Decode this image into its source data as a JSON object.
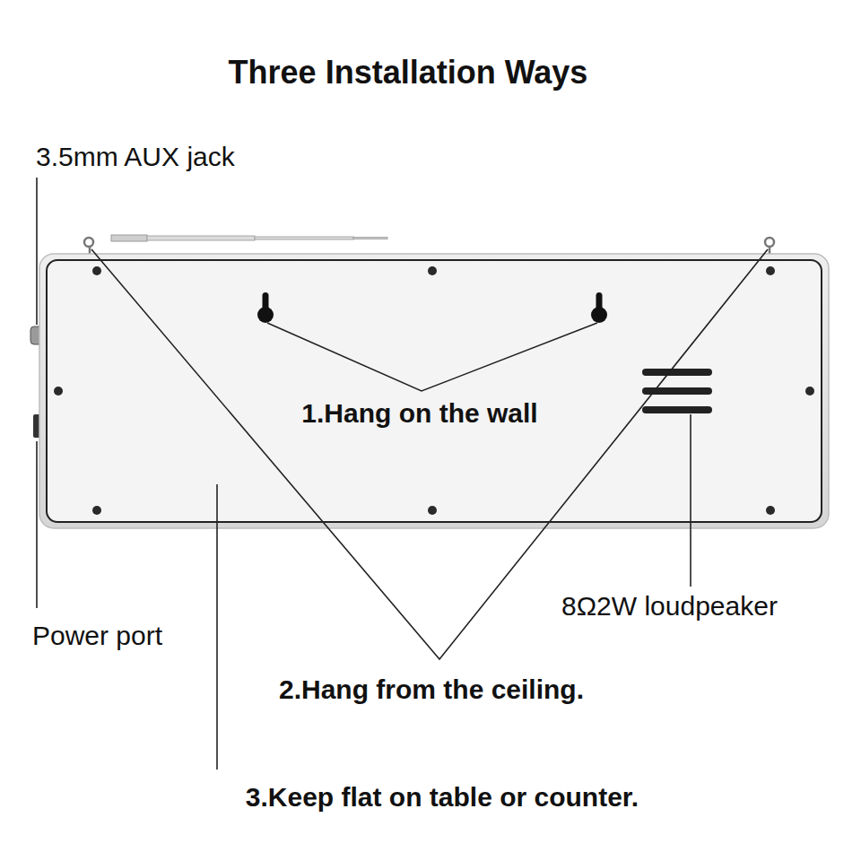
{
  "diagram": {
    "title": "Three Installation Ways",
    "labels": [
      "3.5mm AUX jack",
      "1.Hang on the wall",
      "8Ω2W loudpeaker",
      "Power port",
      "2.Hang from the ceiling.",
      "3.Keep flat on table or counter."
    ]
  }
}
